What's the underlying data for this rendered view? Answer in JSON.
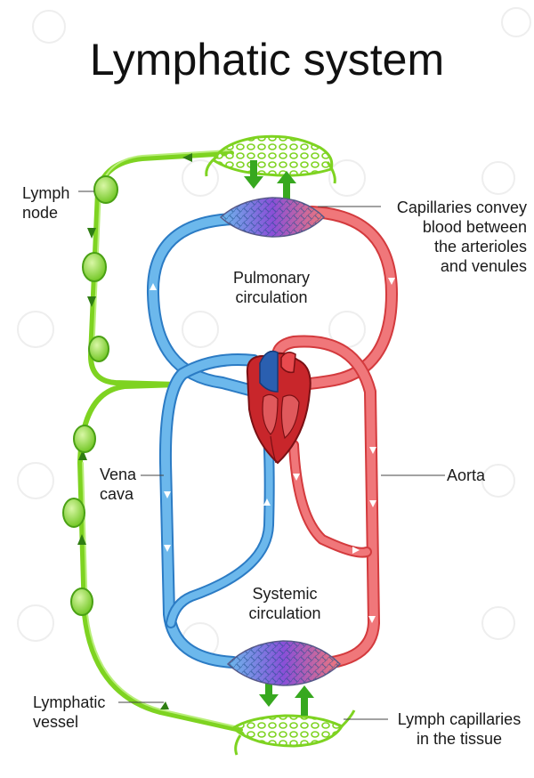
{
  "title": "Lymphatic system",
  "labels": {
    "lymph_node": [
      "Lymph",
      "node"
    ],
    "capillaries": [
      "Capillaries convey",
      "blood between",
      "the arterioles",
      "and venules"
    ],
    "pulmonary": [
      "Pulmonary",
      "circulation"
    ],
    "vena_cava": [
      "Vena",
      "cava"
    ],
    "aorta": "Aorta",
    "systemic": [
      "Systemic",
      "circulation"
    ],
    "lymphatic_vessel": [
      "Lymphatic",
      "vessel"
    ],
    "lymph_capillaries": [
      "Lymph capillaries",
      "in the tissue"
    ]
  },
  "colors": {
    "lymph": "#7ed321",
    "lymph_dark": "#3c9a12",
    "venous": "#6cb8ec",
    "venous_outline": "#2b7bc4",
    "arterial": "#f0777a",
    "arterial_outline": "#d33a3d",
    "mix": "#8a4fd8",
    "heart": "#c8262b",
    "arrow": "#37a81f"
  }
}
